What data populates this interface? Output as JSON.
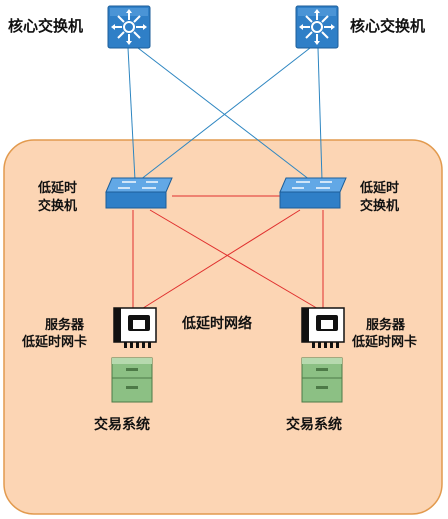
{
  "nodes": {
    "core_left": {
      "label": "核心交换机"
    },
    "core_right": {
      "label": "核心交换机"
    },
    "ll_switch_left": {
      "label_lines": [
        "低延时",
        "交换机"
      ]
    },
    "ll_switch_right": {
      "label_lines": [
        "低延时",
        "交换机"
      ]
    },
    "nic_left": {
      "label_lines": [
        "服务器",
        "低延时网卡"
      ]
    },
    "nic_right": {
      "label_lines": [
        "服务器",
        "低延时网卡"
      ]
    },
    "server_left": {
      "label": "交易系统"
    },
    "server_right": {
      "label": "交易系统"
    }
  },
  "zone": {
    "label": "低延时网络",
    "fill": "#fcd5b4",
    "stroke": "#e29a4e"
  },
  "links": {
    "core_to_switch_color": "#2e86c1",
    "switch_to_nic_color": "#e0302e"
  },
  "icons": {
    "core_switch": "core-switch-icon",
    "ll_switch": "low-latency-switch-icon",
    "nic": "network-card-icon",
    "server": "server-icon"
  }
}
